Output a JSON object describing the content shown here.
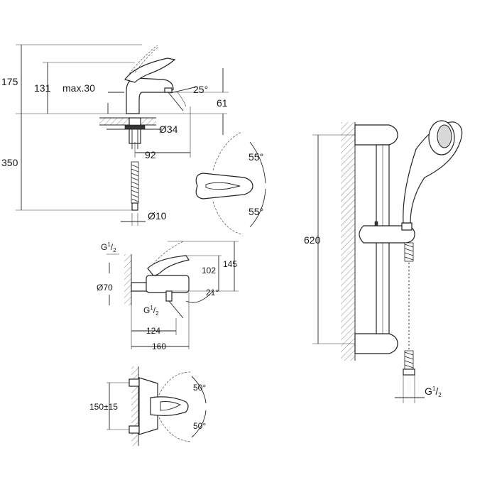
{
  "basin_mixer": {
    "dim_total_height": "175",
    "dim_spout_height": "131",
    "dim_max_projection": "max.30",
    "dim_spout_angle": "25°",
    "dim_outlet": "61",
    "dim_hole": "Ø34",
    "dim_reach": "92",
    "dim_below_deck": "350",
    "dim_hose": "Ø10"
  },
  "top_view": {
    "angle_upper": "55°",
    "angle_lower": "55°"
  },
  "bath_mixer": {
    "thread_top_main": "G",
    "thread_top_num": "1",
    "thread_top_den": "2",
    "dim_flange": "Ø70",
    "dim_height_spout": "102",
    "dim_height_total": "145",
    "dim_angle": "21°",
    "thread_outlet_main": "G",
    "thread_outlet_num": "1",
    "thread_outlet_den": "2",
    "dim_reach_spout": "124",
    "dim_reach_total": "160"
  },
  "bath_top_view": {
    "dim_centres": "150±15",
    "angle_upper": "50°",
    "angle_lower": "50°"
  },
  "shower_set": {
    "dim_rail_length": "620",
    "thread_main": "G",
    "thread_num": "1",
    "thread_den": "2"
  }
}
